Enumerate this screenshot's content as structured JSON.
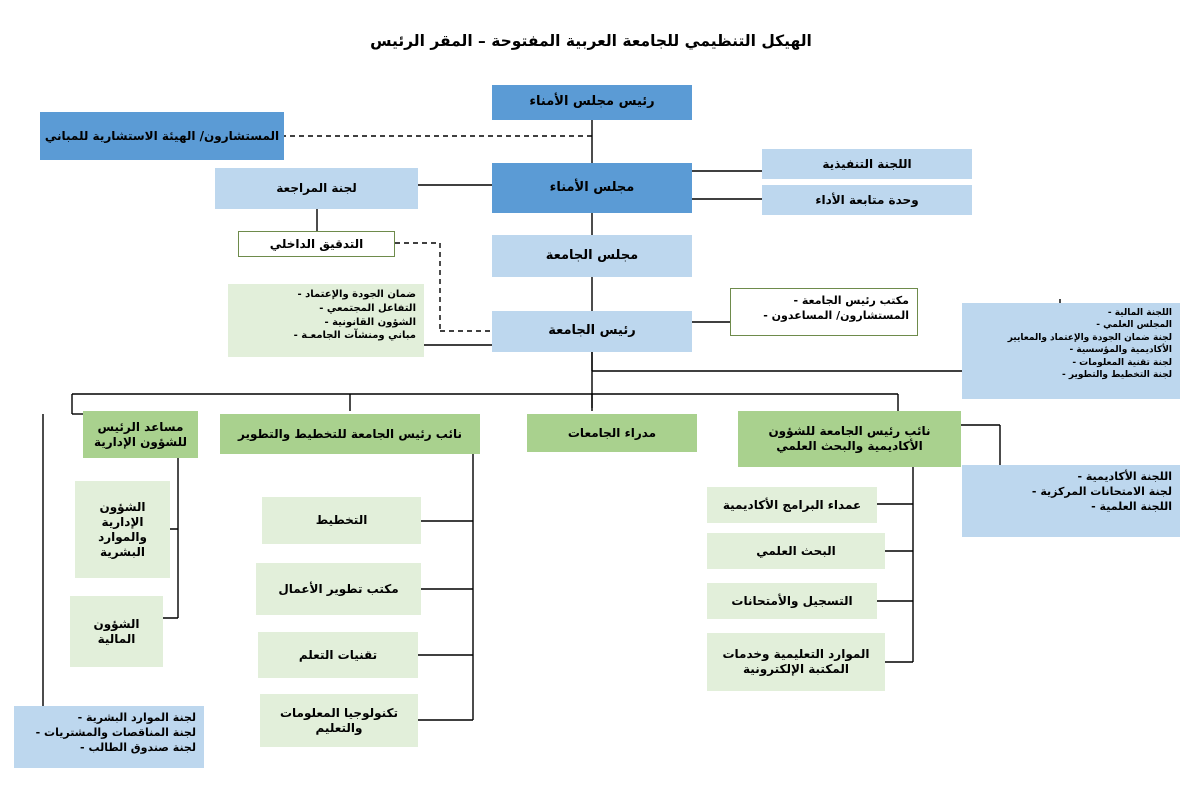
{
  "title": "الهيكل التنظيمي للجامعة العربية المفتوحة – المقر الرئيس",
  "nodes": {
    "chairman_board": "رئيس مجلس الأمناء",
    "advisors_buildings": "المستشارون/ الهيئة الاستشارية للمباني",
    "board_trustees": "مجلس الأمناء",
    "executive_committee": "اللجنة التنفيذية",
    "performance_unit": "وحدة متابعة الأداء",
    "audit_committee": "لجنة المراجعة",
    "internal_audit": "التدقيق الداخلي",
    "university_council": "مجلس الجامعة",
    "university_president": "رئيس الجامعة",
    "directors_universities": "مدراء الجامعات",
    "vp_planning": "نائب رئيس الجامعة للتخطيط والتطوير",
    "assistant_admin": "مساعد الرئيس للشؤون الإدارية",
    "vp_academic": "نائب رئيس الجامعة للشؤون الأكاديمية والبحث العلمي"
  },
  "lists": {
    "president_support": [
      "ضمان الجودة والإعتماد",
      "التفاعل المجتمعي",
      "الشؤون القانونية",
      "مباني ومنشآت الجامعـة"
    ],
    "president_office": [
      "مكتب رئيس الجامعة",
      "المستشارون/ المساعدون"
    ],
    "council_committees": [
      "اللجنة المالية",
      "المجلس العلمي",
      "لجنة ضمان الجودة والإعتماد والمعايير الأكاديمية والمؤسسية",
      "لجنة تقنية المعلومات",
      "لجنة التخطيط والتطوير"
    ],
    "academic_committees": [
      "اللجنة الأكاديمية",
      "لجنة الامتحانات المركزية",
      "اللجنة العلمية"
    ],
    "admin_committees": [
      "لجنة الموارد البشرية",
      "لجنة المناقصات والمشتريات",
      "لجنة صندوق الطالب"
    ]
  },
  "admin_units": [
    "الشؤون الإدارية والموارد البشرية",
    "الشؤون المالية"
  ],
  "planning_units": [
    "التخطيط",
    "مكتب تطوير الأعمال",
    "تقنيات التعلم",
    "تكنولوجيا المعلومات والتعليم"
  ],
  "academic_units": [
    "عمداء البرامج الأكاديمية",
    "البحث العلمي",
    "التسجيل والأمتحانات",
    "الموارد التعليمية وخدمات المكتبة الإلكترونية"
  ],
  "colors": {
    "blue_dark": "#5B9BD5",
    "blue_light": "#BDD7EE",
    "green_mid": "#A9D18E",
    "green_pale": "#E2EFDA",
    "border_green": "#6E8B4B",
    "connector": "#000000"
  }
}
